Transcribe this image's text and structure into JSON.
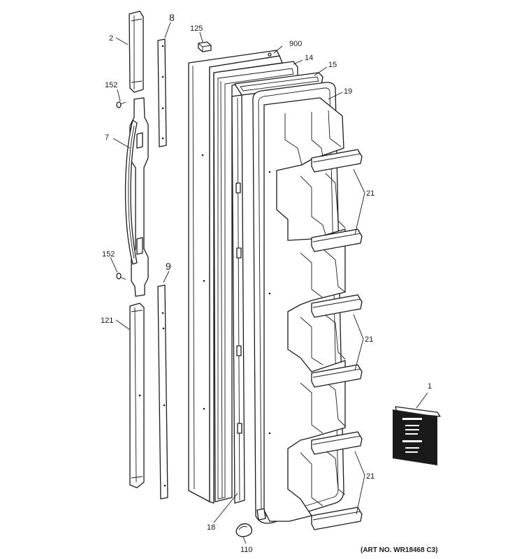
{
  "callouts": {
    "part_1": "1",
    "part_2": "2",
    "part_7": "7",
    "part_8": "8",
    "part_9": "9",
    "part_14": "14",
    "part_15": "15",
    "part_18": "18",
    "part_19": "19",
    "part_21_a": "21",
    "part_21_b": "21",
    "part_21_c": "21",
    "part_110": "110",
    "part_121": "121",
    "part_125": "125",
    "part_152_a": "152",
    "part_152_b": "152",
    "part_900": "900"
  },
  "art_number": "(ART NO. WR18468 C3)",
  "colors": {
    "line": "#1a1a1a",
    "background": "#ffffff"
  }
}
